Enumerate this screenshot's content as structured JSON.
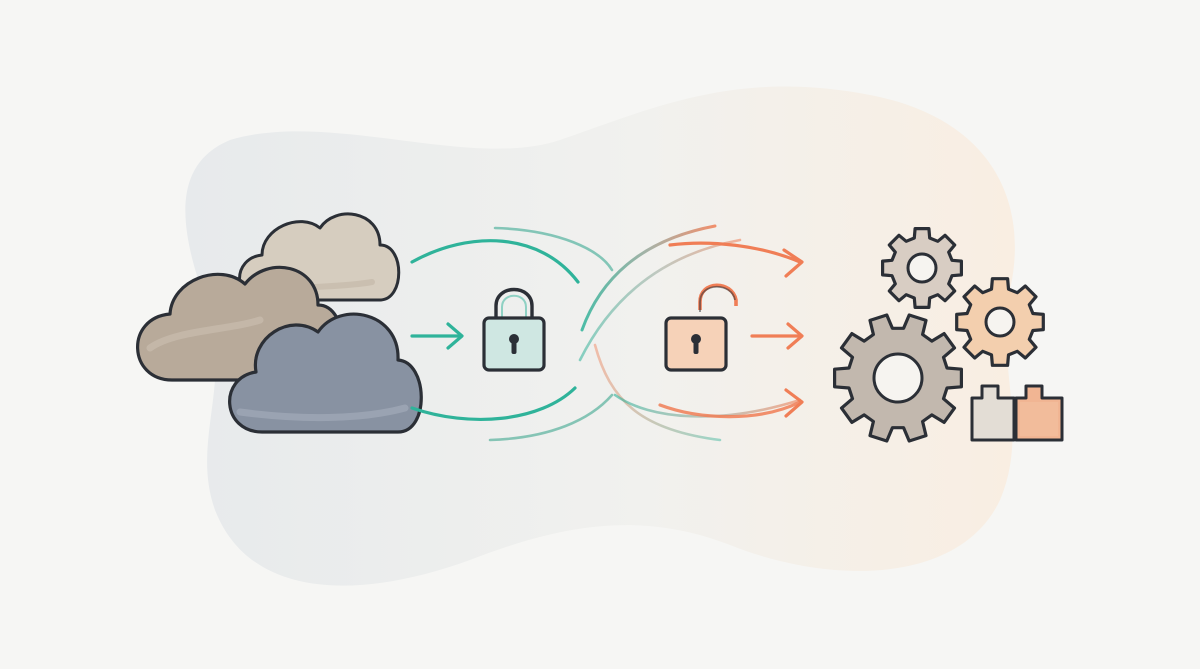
{
  "diagram": {
    "type": "flow-illustration",
    "stages": [
      {
        "role": "source",
        "icon": "cloud-icon",
        "count": 3
      },
      {
        "role": "encryption",
        "icon": "lock-closed-icon"
      },
      {
        "role": "decryption",
        "icon": "lock-open-icon"
      },
      {
        "role": "processing",
        "icon": "gear-icon",
        "count": 3
      },
      {
        "role": "output",
        "icon": "block-icon",
        "count": 2
      }
    ],
    "flow_direction": "left-to-right"
  },
  "colors": {
    "background": "#f6f6f4",
    "blob_left": "#e8ebed",
    "blob_right": "#f8efe4",
    "outline": "#2b2f36",
    "cloud_taupe": "#b8aa9a",
    "cloud_beige": "#d6cdbf",
    "cloud_slate": "#8892a2",
    "teal": "#2fb39a",
    "teal_fill": "#cfe7e2",
    "orange": "#f07e56",
    "orange_fill": "#f6d2b8",
    "gear_gray": "#c2b8ae",
    "gear_beige": "#d8cdc3",
    "gear_peach": "#f3cfae",
    "block_gray": "#e3ddd5",
    "block_peach": "#f1b593"
  }
}
